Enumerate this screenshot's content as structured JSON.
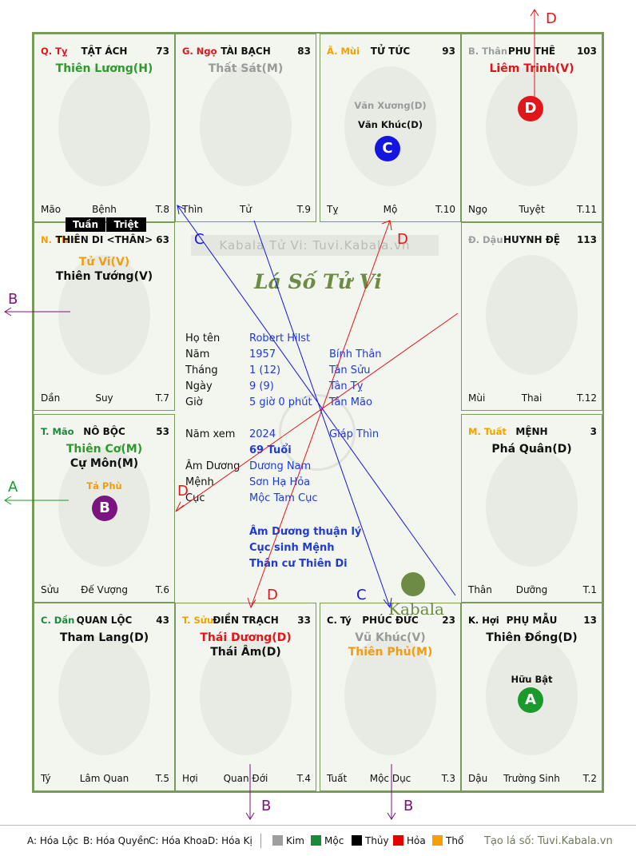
{
  "watermark": "Kabala Tử Vi: Tuvi.Kabala.vn",
  "center_title": "Lá Số Tử Vi",
  "brand": "Kabala",
  "tuan_label": "Tuần",
  "triet_label": "Triệt",
  "cells": {
    "ty_top": {
      "can": "Q. Tỵ",
      "palace": "TẬT ÁCH",
      "num": "73",
      "stars": [
        {
          "t": "Thiên Lương(H)",
          "c": "#2e9a2e"
        }
      ],
      "minor": [],
      "bl": "Mão",
      "bc": "Bệnh",
      "br": "T.8"
    },
    "ngo": {
      "can": "G. Ngọ",
      "palace": "TÀI BẠCH",
      "num": "83",
      "stars": [
        {
          "t": "Thất Sát(M)",
          "c": "#9a9a9a"
        }
      ],
      "minor": [],
      "bl": "Thìn",
      "bc": "Tử",
      "br": "T.9"
    },
    "mui": {
      "can": "Ã. Mùi",
      "palace": "TỬ TỨC",
      "num": "93",
      "stars": [],
      "minor": [
        {
          "t": "Văn Xương(D)",
          "c": "#9a9a9a"
        },
        {
          "t": "Văn Khúc(D)",
          "c": "#111111"
        }
      ],
      "bl": "Tỵ",
      "bc": "Mộ",
      "br": "T.10"
    },
    "than_top": {
      "can": "B. Thân",
      "palace": "PHU THÊ",
      "num": "103",
      "stars": [
        {
          "t": "Liêm Trinh(V)",
          "c": "#e0161b"
        }
      ],
      "minor": [],
      "bl": "Ngọ",
      "bc": "Tuyệt",
      "br": "T.11"
    },
    "thin": {
      "can": "N. Thìn",
      "palace": "THIÊN DI <THÂN>",
      "num": "63",
      "stars": [
        {
          "t": "Tử Vi(V)",
          "c": "#f39c12"
        },
        {
          "t": "Thiên Tướng(V)",
          "c": "#111111"
        }
      ],
      "minor": [],
      "bl": "Dần",
      "bc": "Suy",
      "br": "T.7"
    },
    "dau": {
      "can": "Đ. Dậu",
      "palace": "HUYNH ĐỆ",
      "num": "113",
      "stars": [],
      "minor": [],
      "bl": "Mùi",
      "bc": "Thai",
      "br": "T.12"
    },
    "mao": {
      "can": "T. Mão",
      "palace": "NÔ BỘC",
      "num": "53",
      "stars": [
        {
          "t": "Thiên Cơ(M)",
          "c": "#2e9a2e"
        },
        {
          "t": "Cự Môn(M)",
          "c": "#111111"
        }
      ],
      "minor": [
        {
          "t": "Tả Phù",
          "c": "#f39c12"
        }
      ],
      "bl": "Sửu",
      "bc": "Đế Vượng",
      "br": "T.6"
    },
    "tuat": {
      "can": "M. Tuất",
      "palace": "MỆNH",
      "num": "3",
      "stars": [
        {
          "t": "Phá Quân(D)",
          "c": "#111111"
        }
      ],
      "minor": [],
      "bl": "Thân",
      "bc": "Dưỡng",
      "br": "T.1"
    },
    "dan": {
      "can": "C. Dần",
      "palace": "QUAN LỘC",
      "num": "43",
      "stars": [
        {
          "t": "Tham Lang(D)",
          "c": "#111111"
        }
      ],
      "minor": [],
      "bl": "Tý",
      "bc": "Lâm Quan",
      "br": "T.5"
    },
    "suu": {
      "can": "T. Sửu",
      "palace": "ĐIỀN TRẠCH",
      "num": "33",
      "stars": [
        {
          "t": "Thái Dương(D)",
          "c": "#e0161b"
        },
        {
          "t": "Thái Âm(D)",
          "c": "#111111"
        }
      ],
      "minor": [],
      "bl": "Hợi",
      "bc": "Quan Đới",
      "br": "T.4"
    },
    "ty_bottom": {
      "can": "C. Tý",
      "palace": "PHÚC ĐỨC",
      "num": "23",
      "stars": [
        {
          "t": "Vũ Khúc(V)",
          "c": "#9a9a9a"
        },
        {
          "t": "Thiên Phủ(M)",
          "c": "#f39c12"
        }
      ],
      "minor": [],
      "bl": "Tuất",
      "bc": "Mộc Dục",
      "br": "T.3"
    },
    "hoi": {
      "can": "K. Hợi",
      "palace": "PHỤ MẪU",
      "num": "13",
      "stars": [
        {
          "t": "Thiên Đồng(D)",
          "c": "#111111"
        }
      ],
      "minor": [
        {
          "t": "Hữu Bật",
          "c": "#111111"
        }
      ],
      "bl": "Dậu",
      "bc": "Trường Sinh",
      "br": "T.2"
    }
  },
  "info": [
    {
      "label": "Họ tên",
      "v1": "Robert Hilst",
      "v2": ""
    },
    {
      "label": "Năm",
      "v1": "1957",
      "v2": "Bính Thân"
    },
    {
      "label": "Tháng",
      "v1": "1  (12)",
      "v2": "Tân Sửu"
    },
    {
      "label": "Ngày",
      "v1": "9  (9)",
      "v2": "Tân Tỵ"
    },
    {
      "label": "Giờ",
      "v1": "5 giờ 0 phút",
      "v2": "Tân Mão"
    }
  ],
  "info2": [
    {
      "label": "Năm xem",
      "v1": "2024",
      "v2": "Giáp Thìn"
    },
    {
      "label": "",
      "v1": "69 Tuổi",
      "v2": ""
    },
    {
      "label": "Âm Dương",
      "v1": "Dương Nam",
      "v2": ""
    },
    {
      "label": "Mệnh",
      "v1": "Sơn Hạ Hỏa",
      "v2": ""
    },
    {
      "label": "Cục",
      "v1": "Mộc Tam Cục",
      "v2": ""
    }
  ],
  "notes": [
    "Âm Dương thuận lý",
    "Cục sinh Mệnh",
    "Thân cư Thiên Di"
  ],
  "badges": {
    "A": "A",
    "B": "B",
    "C": "C",
    "D": "D"
  },
  "arrow_labels": {
    "A": "A",
    "B": "B",
    "C": "C",
    "D": "D"
  },
  "legend": {
    "a": "A: Hóa Lộc",
    "b": "B: Hóa Quyền",
    "c": "C: Hóa Khoa",
    "d": "D: Hóa Kị",
    "kim": "Kim",
    "moc": "Mộc",
    "thuy": "Thủy",
    "hoa": "Hỏa",
    "tho": "Thổ",
    "credit": "Tạo lá số: Tuvi.Kabala.vn"
  },
  "colors": {
    "A": "#1a9a2a",
    "B": "#7b1380",
    "C": "#1515e0",
    "D": "#e0161b",
    "kim": "#9e9e9e",
    "moc": "#1a8a3a",
    "thuy": "#000000",
    "hoa": "#e60000",
    "tho": "#f5a000"
  }
}
